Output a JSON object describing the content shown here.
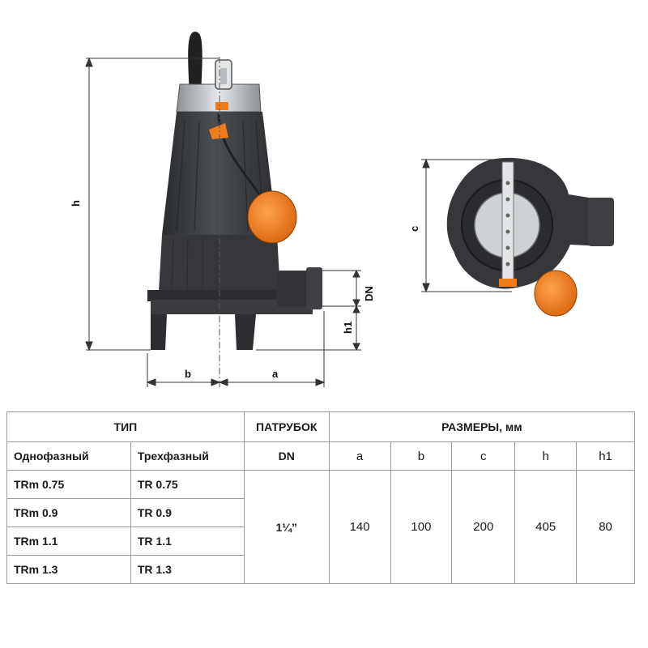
{
  "drawing": {
    "dim_labels": {
      "h": "h",
      "b": "b",
      "a": "a",
      "DN": "DN",
      "h1": "h1",
      "c": "c"
    }
  },
  "table": {
    "type_header": "ТИП",
    "nozzle_header": "ПАТРУБОК",
    "sizes_header": "РАЗМЕРЫ, мм",
    "single_phase": "Однофазный",
    "three_phase": "Трехфазный",
    "dn": "DN",
    "cols": [
      "a",
      "b",
      "c",
      "h",
      "h1"
    ],
    "models_single": [
      "TRm 0.75",
      "TRm 0.9",
      "TRm 1.1",
      "TRm 1.3"
    ],
    "models_three": [
      "TR 0.75",
      "TR 0.9",
      "TR 1.1",
      "TR 1.3"
    ],
    "dn_value": "1¼”",
    "values": [
      "140",
      "100",
      "200",
      "405",
      "80"
    ]
  },
  "colors": {
    "pump_body": "#3b3d40",
    "accent_orange": "#f07d1a",
    "metal": "#c9cccf"
  }
}
